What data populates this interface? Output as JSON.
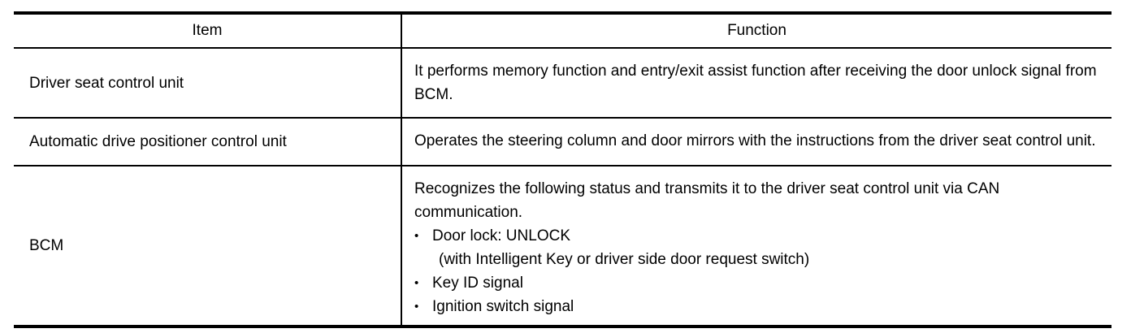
{
  "table": {
    "headers": {
      "item": "Item",
      "function": "Function"
    },
    "rows": [
      {
        "item": "Driver seat control unit",
        "function_text": "It performs memory function and entry/exit assist function after receiving the door unlock signal from BCM.",
        "bullets": []
      },
      {
        "item": "Automatic drive positioner control unit",
        "function_text": "Operates the steering column and door mirrors with the instructions from the driver seat control unit.",
        "bullets": []
      },
      {
        "item": "BCM",
        "function_text": "Recognizes the following status and transmits it to the driver seat control unit via CAN communication.",
        "bullets": [
          {
            "marker": "•",
            "text": "Door lock: UNLOCK",
            "sub_text": "(with Intelligent Key or driver side door request switch)"
          },
          {
            "marker": "•",
            "text": "Key ID signal",
            "sub_text": ""
          },
          {
            "marker": "•",
            "text": "Ignition switch signal",
            "sub_text": ""
          }
        ]
      }
    ]
  },
  "colors": {
    "rule": "#000000",
    "text": "#000000",
    "background": "#ffffff"
  }
}
